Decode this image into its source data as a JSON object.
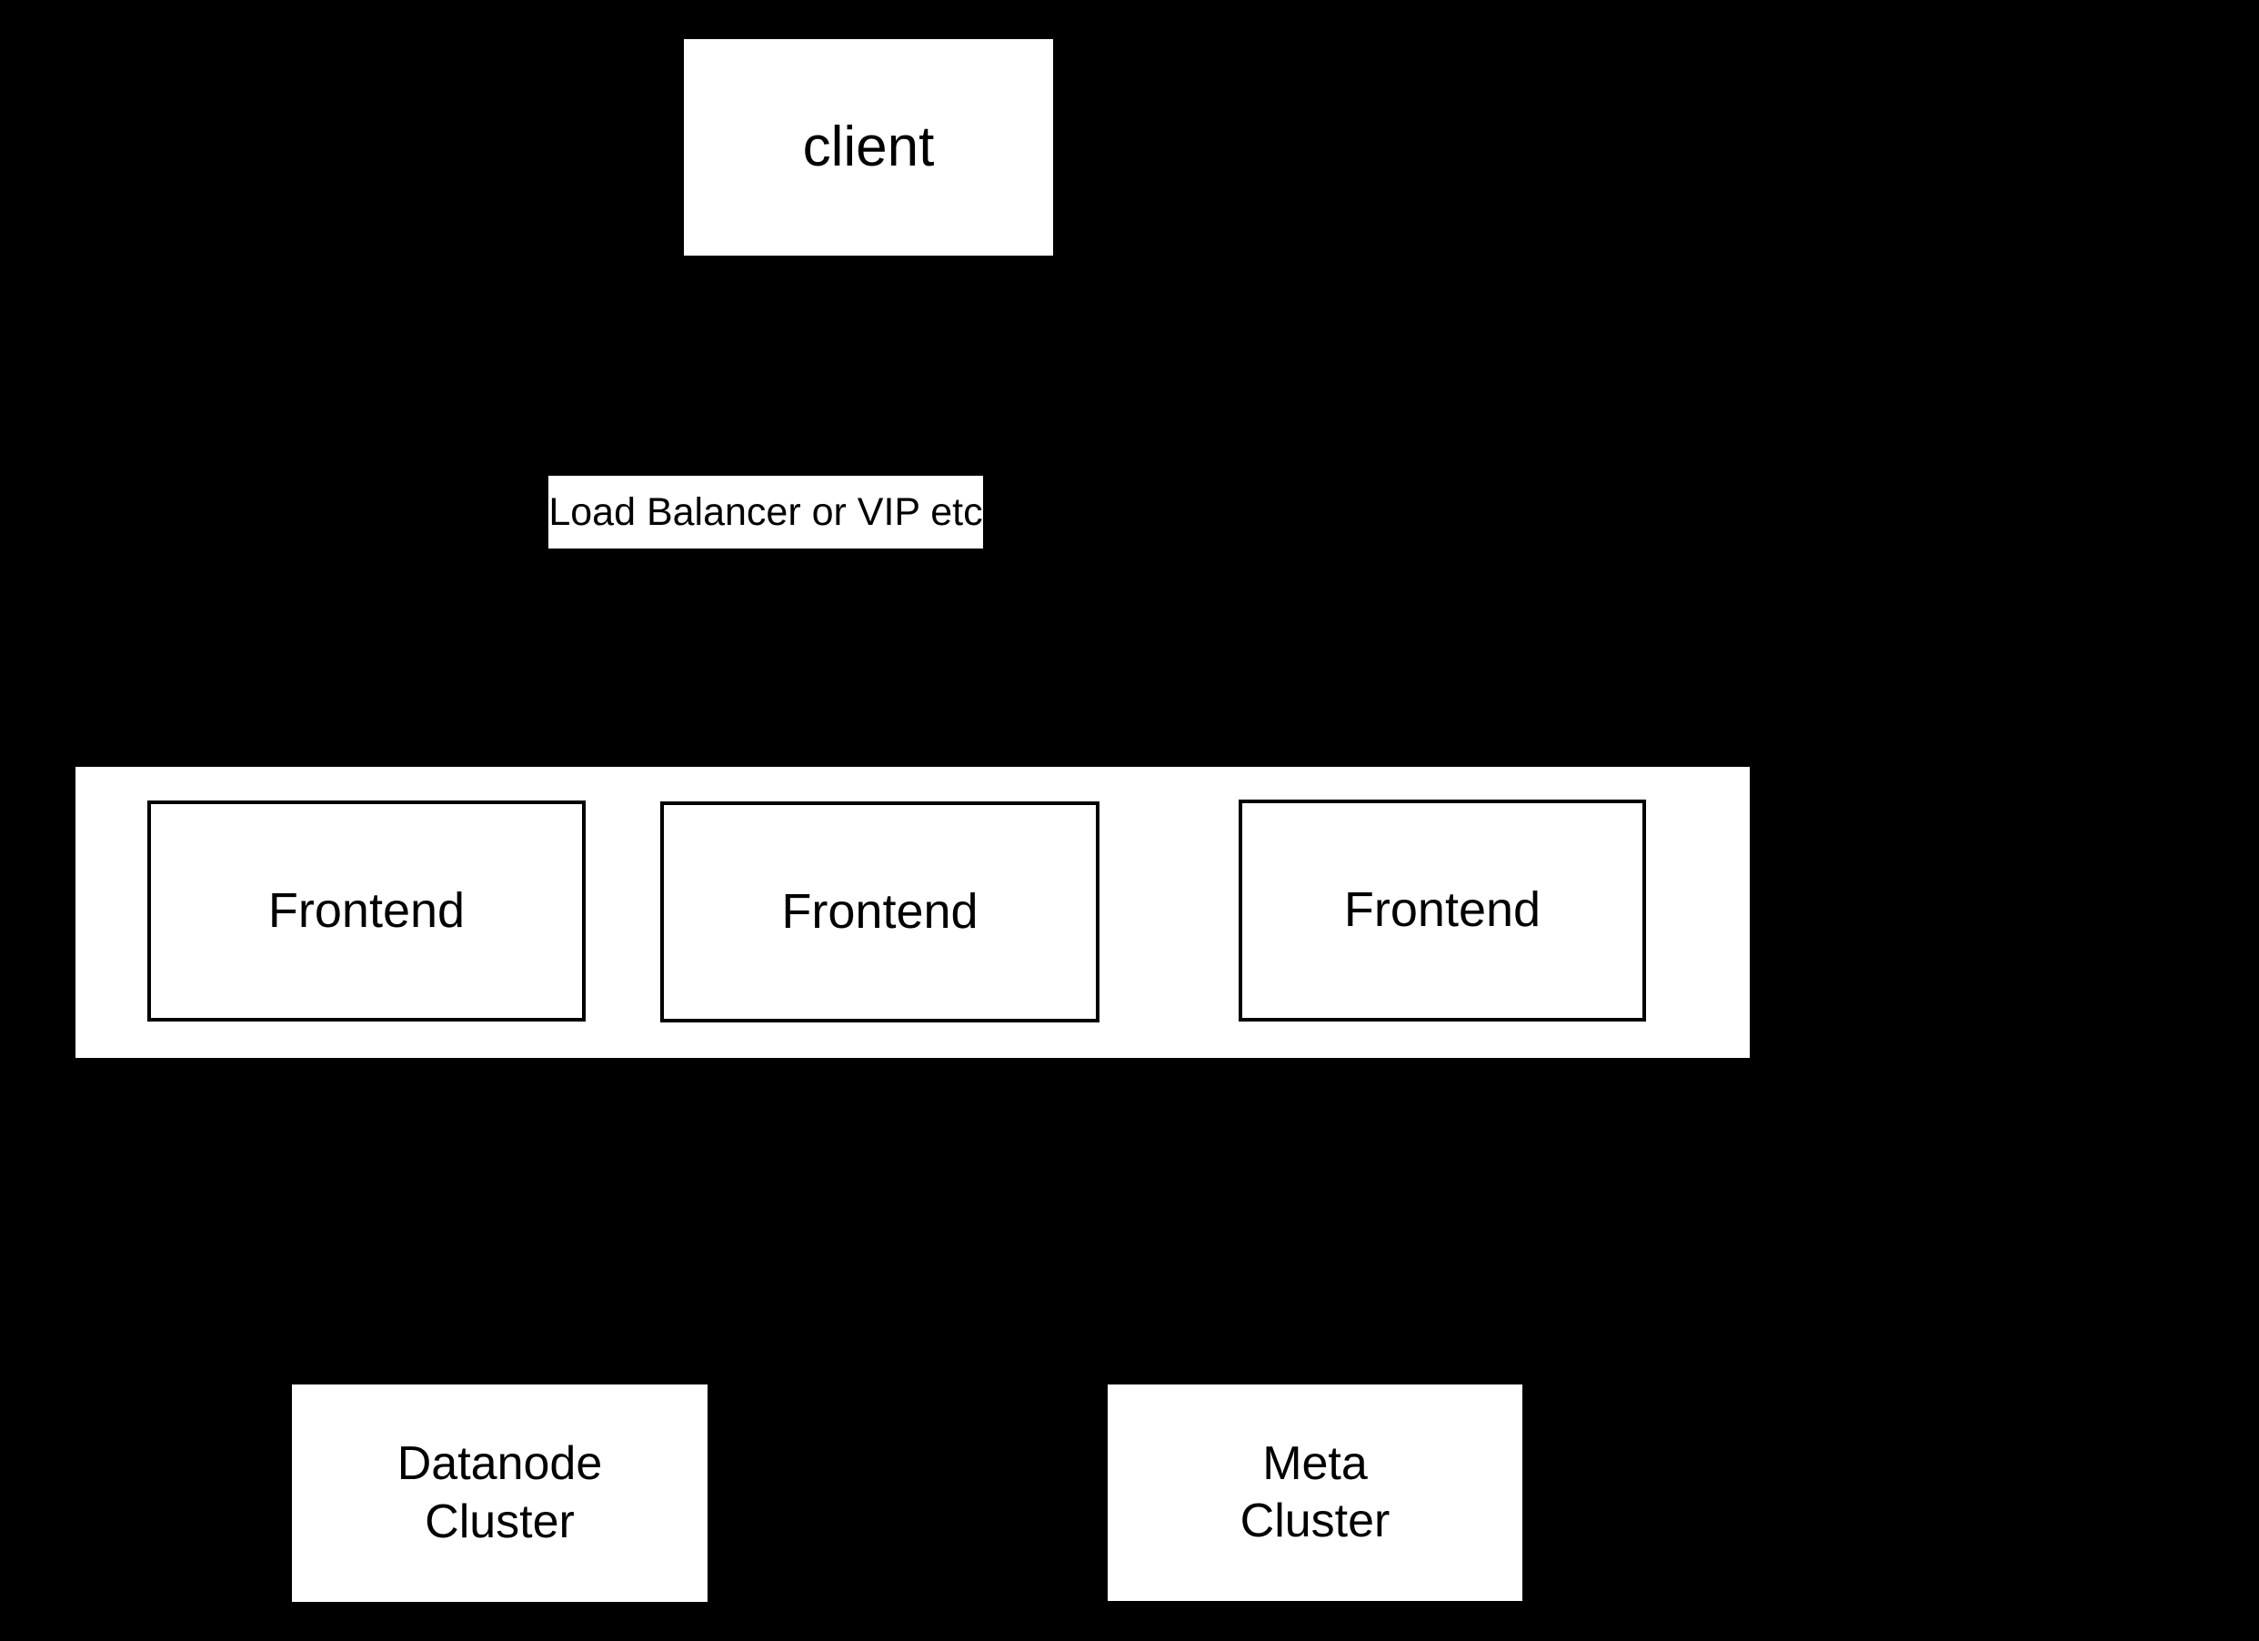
{
  "diagram": {
    "background_color": "#000000",
    "node_fill_color": "#ffffff",
    "node_text_color": "#000000",
    "nodes": {
      "client": {
        "label": "client",
        "shape": "rectangle",
        "border_style": "solid"
      },
      "load_balancer": {
        "label": "Load Balancer or VIP etc",
        "shape": "rectangle",
        "border_style": "solid"
      },
      "frontend_group": {
        "label": "",
        "shape": "rectangle",
        "border_style": "dashed"
      },
      "frontend_1": {
        "label": "Frontend",
        "shape": "rectangle",
        "border_style": "solid"
      },
      "frontend_2": {
        "label": "Frontend",
        "shape": "rectangle",
        "border_style": "solid"
      },
      "frontend_3": {
        "label": "Frontend",
        "shape": "rectangle",
        "border_style": "solid"
      },
      "datanode_cluster": {
        "label": "Datanode\nCluster",
        "shape": "rectangle",
        "border_style": "dashed"
      },
      "meta_cluster": {
        "label": "Meta\nCluster",
        "shape": "rectangle",
        "border_style": "dashed"
      }
    }
  }
}
